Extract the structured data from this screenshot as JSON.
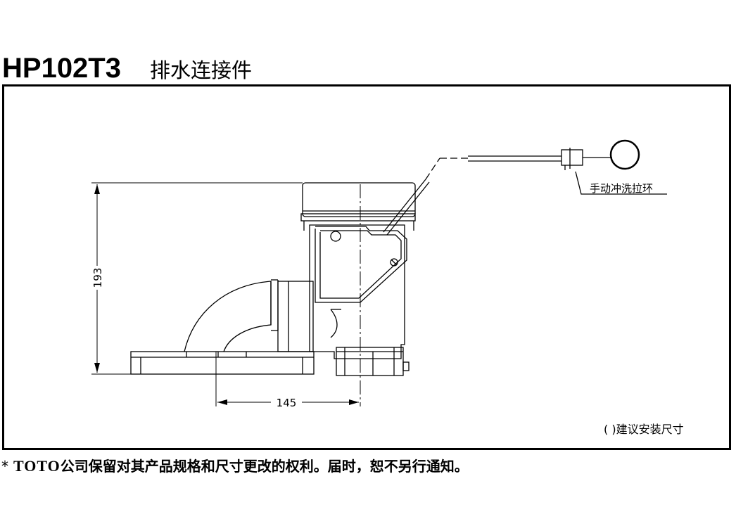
{
  "header": {
    "model": "HP102T3",
    "product_name": "排水连接件"
  },
  "drawing": {
    "dim_height": "193",
    "dim_width": "145",
    "label_handle": "手动冲洗拉环",
    "note_install": "( )建议安装尺寸"
  },
  "footer": {
    "star": "*",
    "brand": "TOTO",
    "disclaimer": "公司保留对其产品规格和尺寸更改的权利。届时，恕不另行通知。"
  }
}
